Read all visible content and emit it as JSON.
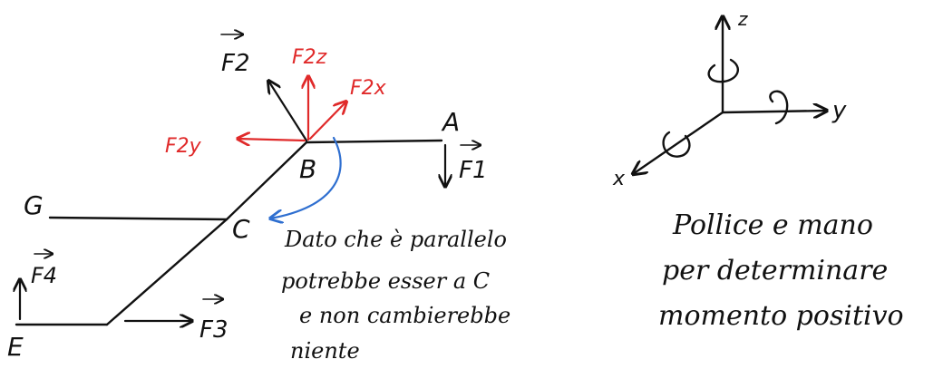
{
  "points": {
    "A": "A",
    "B": "B",
    "C": "C",
    "G": "G",
    "E": "E"
  },
  "forces": {
    "f1": "F1",
    "f2": "F2",
    "f2z": "F2z",
    "f2x": "F2x",
    "f2y": "F2y",
    "f3": "F3",
    "f4": "F4"
  },
  "note": {
    "line1": "Dato che è parallelo",
    "line2": "potrebbe esser a C",
    "line3": "e non cambierebbe",
    "line4": "niente"
  },
  "axes": {
    "x": "x",
    "y": "y",
    "z": "z"
  },
  "caption": {
    "line1": "Pollice e mano",
    "line2": "per determinare",
    "line3": "momento positivo"
  },
  "colors": {
    "ink": "#111111",
    "red": "#e02a2a",
    "blue": "#2f6fd0"
  }
}
